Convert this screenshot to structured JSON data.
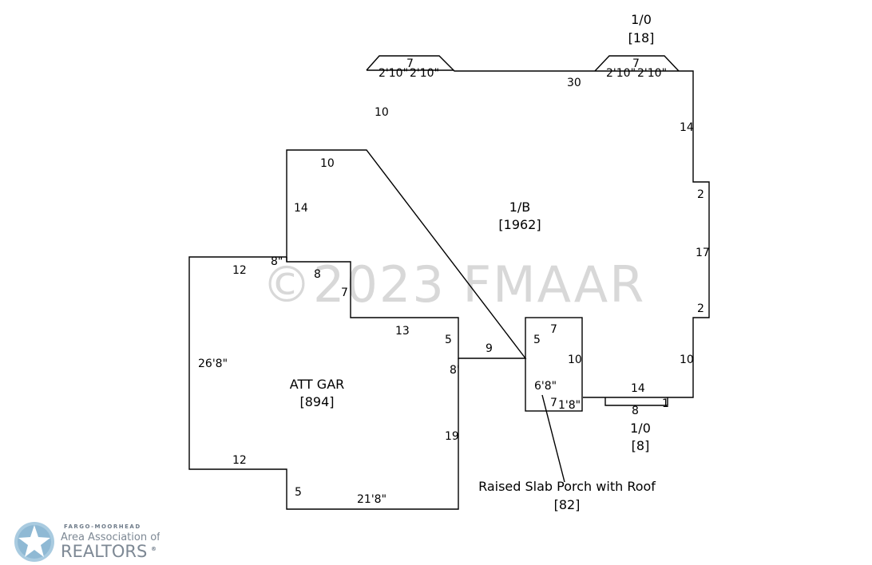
{
  "watermark": "©2023 FMAAR",
  "areas": {
    "main": {
      "name": "1/B",
      "sqft": "[1962]"
    },
    "garage": {
      "name": "ATT GAR",
      "sqft": "[894]"
    },
    "top_right_bay": {
      "name": "1/0",
      "sqft": "[18]"
    },
    "bottom_right_bay": {
      "name": "1/0",
      "sqft": "[8]"
    },
    "porch": {
      "name": "Raised Slab Porch with Roof",
      "sqft": "[82]"
    }
  },
  "dimensions": {
    "d_2_10_a": "2'10\"",
    "d_2_10_b": "2'10\"",
    "d_7_a": "7",
    "d_2_10_c": "2'10\"",
    "d_2_10_d": "2'10\"",
    "d_7_b": "7",
    "d_30": "30",
    "d_10_top": "10",
    "d_10_step": "10",
    "d_14_left": "14",
    "d_14_right": "14",
    "d_2_upper": "2",
    "d_17": "17",
    "d_2_lower": "2",
    "d_10_right": "10",
    "d_14_bottom": "14",
    "d_8in": "8\"",
    "d_8_step": "8",
    "d_7_step": "7",
    "d_13": "13",
    "d_5_step": "5",
    "d_9": "9",
    "d_8_prime": "8'",
    "d_12_top": "12",
    "d_26_8": "26'8\"",
    "d_12_bottom": "12",
    "d_19": "19",
    "d_5_bottom": "5",
    "d_21_8": "21'8\"",
    "p_7_top": "7",
    "p_5": "5",
    "p_10": "10",
    "p_6_8": "6'8\"",
    "p_7_bottom": "7",
    "p_1_8": "1'8\"",
    "bay_8": "8",
    "bay_1": "1"
  },
  "logo": {
    "line1": "FARGO-MOORHEAD",
    "line2": "Area Association of",
    "line3": "REALTORS",
    "mark": "®"
  }
}
